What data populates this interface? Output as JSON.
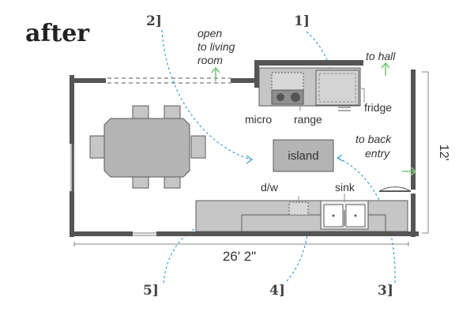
{
  "title": "after",
  "callouts": {
    "c1": "1]",
    "c2": "2]",
    "c3": "3]",
    "c4": "4]",
    "c5": "5]"
  },
  "annotations": {
    "open_line1": "open",
    "open_line2": "to living",
    "open_line3": "room",
    "to_hall": "to hall",
    "back_line1": "to back",
    "back_line2": "entry"
  },
  "labels": {
    "micro": "micro",
    "range": "range",
    "fridge": "fridge",
    "island": "island",
    "dw": "d/w",
    "sink": "sink"
  },
  "dimensions": {
    "width": "26' 2\"",
    "depth": "12'"
  },
  "colors": {
    "wall": "#555555",
    "fixture_fill": "#c6c6c6",
    "fixture_stroke": "#5a5a5a",
    "table_fill": "#b4b4b4",
    "arrow_green": "#7cc67a",
    "callout_dash": "#3aa0d0"
  }
}
